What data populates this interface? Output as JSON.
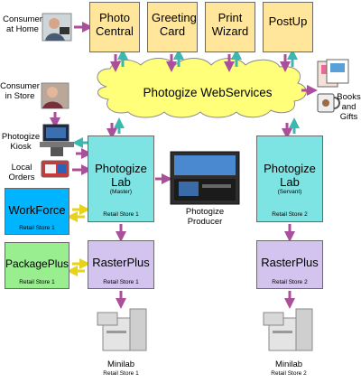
{
  "top_services": [
    {
      "label": "Photo Central"
    },
    {
      "label": "Greeting Card"
    },
    {
      "label": "Print Wizard"
    },
    {
      "label": "PostUp"
    }
  ],
  "labels": {
    "consumer_home": "Consumer at Home",
    "consumer_store": "Consumer in Store",
    "kiosk": "Photogize Kiosk",
    "local_orders": "Local Orders",
    "books_gifts": "Books and Gifts",
    "producer": "Photogize Producer"
  },
  "webservices": "Photogize WebServices",
  "lab_master": {
    "title": "Photogize Lab",
    "sub": "(Master)",
    "store": "Retail Store 1"
  },
  "lab_servant": {
    "title": "Photogize Lab",
    "sub": "(Servant)",
    "store": "Retail Store 2"
  },
  "workforce": {
    "title": "WorkForce",
    "store": "Retail Store 1"
  },
  "packageplus": {
    "title": "PackagePlus",
    "store": "Retail Store 1"
  },
  "raster1": {
    "title": "RasterPlus",
    "store": "Retail Store 1"
  },
  "raster2": {
    "title": "RasterPlus",
    "store": "Retail Store 2"
  },
  "minilab1": {
    "title": "Minilab",
    "store": "Retail Store 1"
  },
  "minilab2": {
    "title": "Minilab",
    "store": "Retail Store 2"
  },
  "colors": {
    "yellow_box": "#ffe69a",
    "cyan_box": "#7ee3e3",
    "blue_box": "#00b4ff",
    "green_box": "#99ee8f",
    "lavender_box": "#d2c4ee",
    "cloud": "#ffff7a",
    "arrow_purple": "#aa4f9a",
    "arrow_teal": "#3bb9b0",
    "arrow_yellow": "#e8d21a"
  }
}
